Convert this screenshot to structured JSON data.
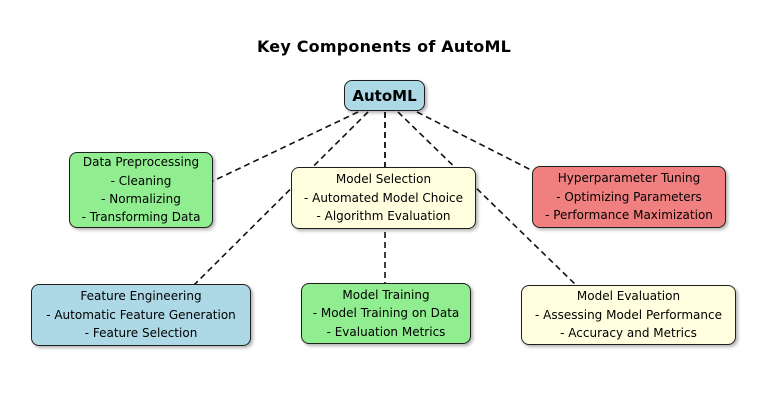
{
  "title": "Key Components of AutoML",
  "root": {
    "label": "AutoML",
    "fill": "#ADD8E6"
  },
  "edge_style": {
    "color": "#111111",
    "dash": "6 4"
  },
  "edges": [
    {
      "from": "AutoML",
      "to": "Data Preprocessing"
    },
    {
      "from": "AutoML",
      "to": "Feature Engineering"
    },
    {
      "from": "AutoML",
      "to": "Model Selection"
    },
    {
      "from": "AutoML",
      "to": "Model Training"
    },
    {
      "from": "AutoML",
      "to": "Model Evaluation"
    },
    {
      "from": "AutoML",
      "to": "Hyperparameter Tuning"
    }
  ],
  "nodes": [
    {
      "title": "Data Preprocessing",
      "items": [
        "- Cleaning",
        "- Normalizing",
        "- Transforming Data"
      ],
      "fill": "#90EE90"
    },
    {
      "title": "Model Selection",
      "items": [
        "- Automated Model Choice",
        "- Algorithm Evaluation"
      ],
      "fill": "#FFFFE0"
    },
    {
      "title": "Hyperparameter Tuning",
      "items": [
        "- Optimizing Parameters",
        "- Performance Maximization"
      ],
      "fill": "#F08080"
    },
    {
      "title": "Feature Engineering",
      "items": [
        "- Automatic Feature Generation",
        "- Feature Selection"
      ],
      "fill": "#ADD8E6"
    },
    {
      "title": "Model Training",
      "items": [
        "- Model Training on Data",
        "- Evaluation Metrics"
      ],
      "fill": "#90EE90"
    },
    {
      "title": "Model Evaluation",
      "items": [
        "- Assessing Model Performance",
        "- Accuracy and Metrics"
      ],
      "fill": "#FFFFE0"
    }
  ]
}
